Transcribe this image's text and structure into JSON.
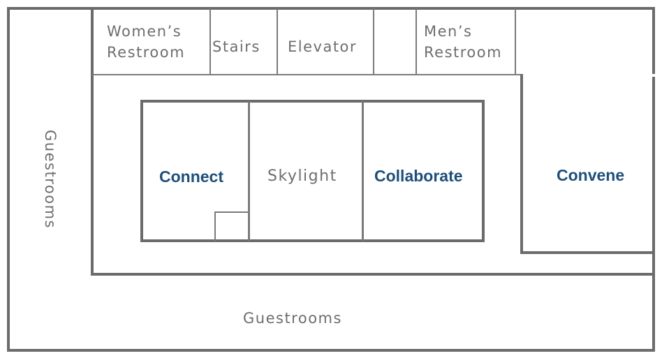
{
  "floor_plan": {
    "service_rooms": {
      "womens_restroom": "Women’s\nRestroom",
      "stairs": "Stairs",
      "elevator": "Elevator",
      "mens_restroom": "Men’s\nRestroom"
    },
    "meeting_rooms": {
      "connect": "Connect",
      "skylight": "Skylight",
      "collaborate": "Collaborate",
      "convene": "Convene"
    },
    "guestrooms_left": "Guestrooms",
    "guestrooms_bottom": "Guestrooms"
  },
  "colors": {
    "wall": "#6b6b6b",
    "room_text": "#1e4f7a",
    "label_text": "#6e6e6e"
  }
}
